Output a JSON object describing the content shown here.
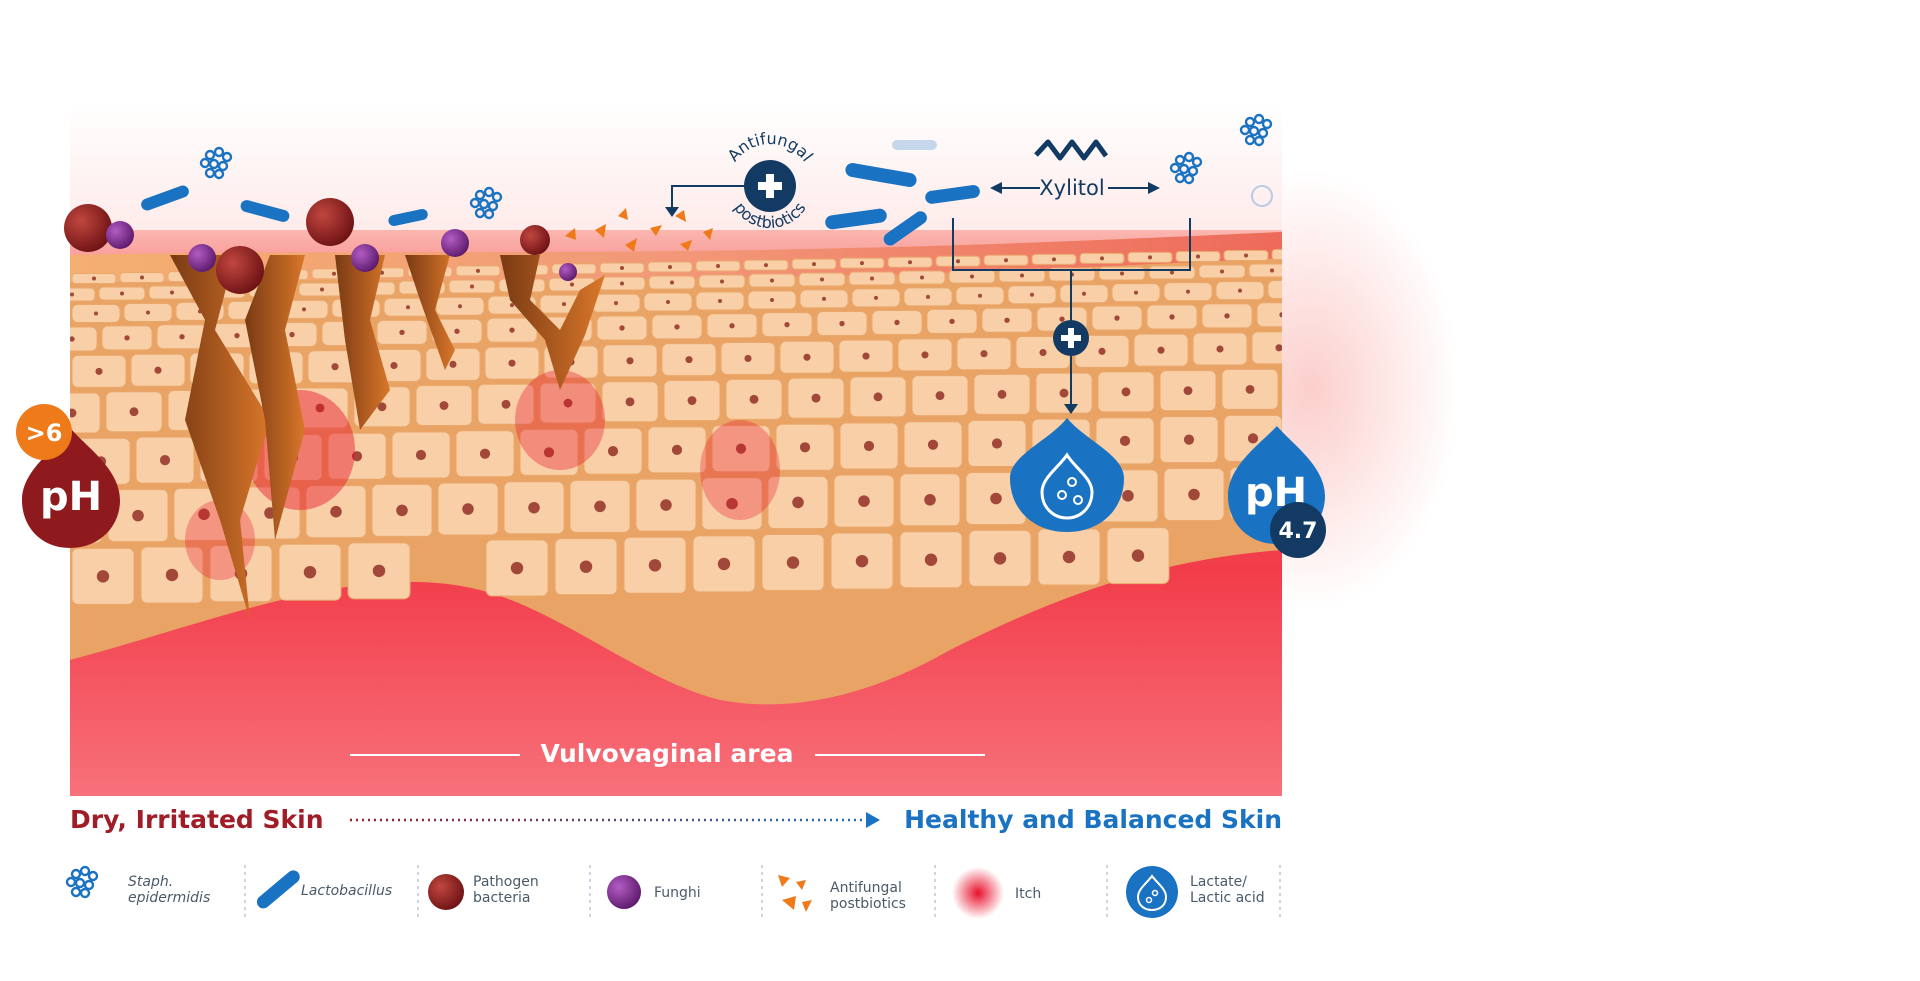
{
  "diagram": {
    "area_label": "Vulvovaginal area",
    "postbiotic_label": {
      "line1": "Antifungal",
      "line2": "postbiotics"
    },
    "xylitol_label": "Xylitol",
    "ph_left": {
      "label": "pH",
      "value": ">6",
      "color": "#8e1a1e",
      "badge_color": "#ef7a1a"
    },
    "ph_right": {
      "label": "pH",
      "value": "4.7",
      "color": "#1a72c2",
      "badge_color": "#123a63"
    }
  },
  "gradient": {
    "from_label": "Dry, Irritated Skin",
    "to_label": "Healthy and Balanced Skin",
    "from_color": "#a01d27",
    "to_color": "#1a72c2"
  },
  "legend": {
    "items": [
      {
        "icon": "staph-epidermidis-icon",
        "label_line1": "Staph.",
        "label_line2": "epidermidis"
      },
      {
        "icon": "lactobacillus-icon",
        "label_line1": "Lactobacillus",
        "label_line2": ""
      },
      {
        "icon": "pathogen-bacteria-icon",
        "label_line1": "Pathogen",
        "label_line2": "bacteria"
      },
      {
        "icon": "funghi-icon",
        "label_line1": "Funghi",
        "label_line2": ""
      },
      {
        "icon": "antifungal-postbiotics-icon",
        "label_line1": "Antifungal",
        "label_line2": "postbiotics"
      },
      {
        "icon": "itch-icon",
        "label_line1": "Itch",
        "label_line2": ""
      },
      {
        "icon": "lactate-lactic-acid-icon",
        "label_line1": "Lactate/",
        "label_line2": "Lactic acid"
      }
    ]
  },
  "colors": {
    "blue": "#1a72c2",
    "navy": "#123a63",
    "maroon": "#8e1a1e",
    "purple": "#7b2a8c",
    "orange": "#ef7a1a",
    "skin": "#f5c9a0",
    "tissue": "#f23c4a"
  }
}
